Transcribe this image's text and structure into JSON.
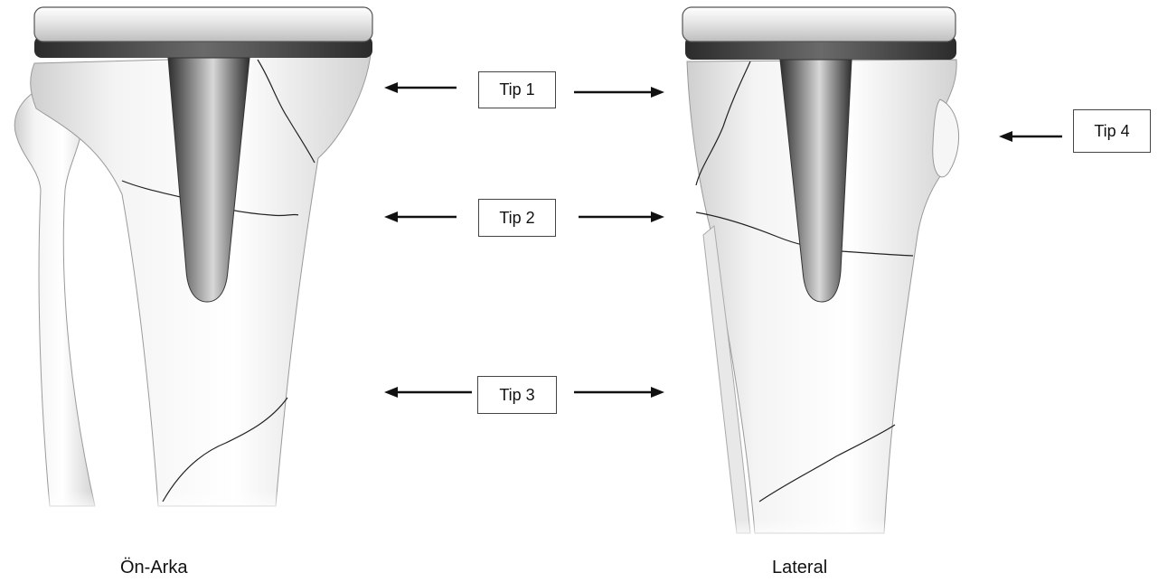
{
  "labels": {
    "tip1": "Tip 1",
    "tip2": "Tip 2",
    "tip3": "Tip 3",
    "tip4": "Tip 4"
  },
  "captions": {
    "left": "Ön-Arka",
    "right": "Lateral"
  }
}
